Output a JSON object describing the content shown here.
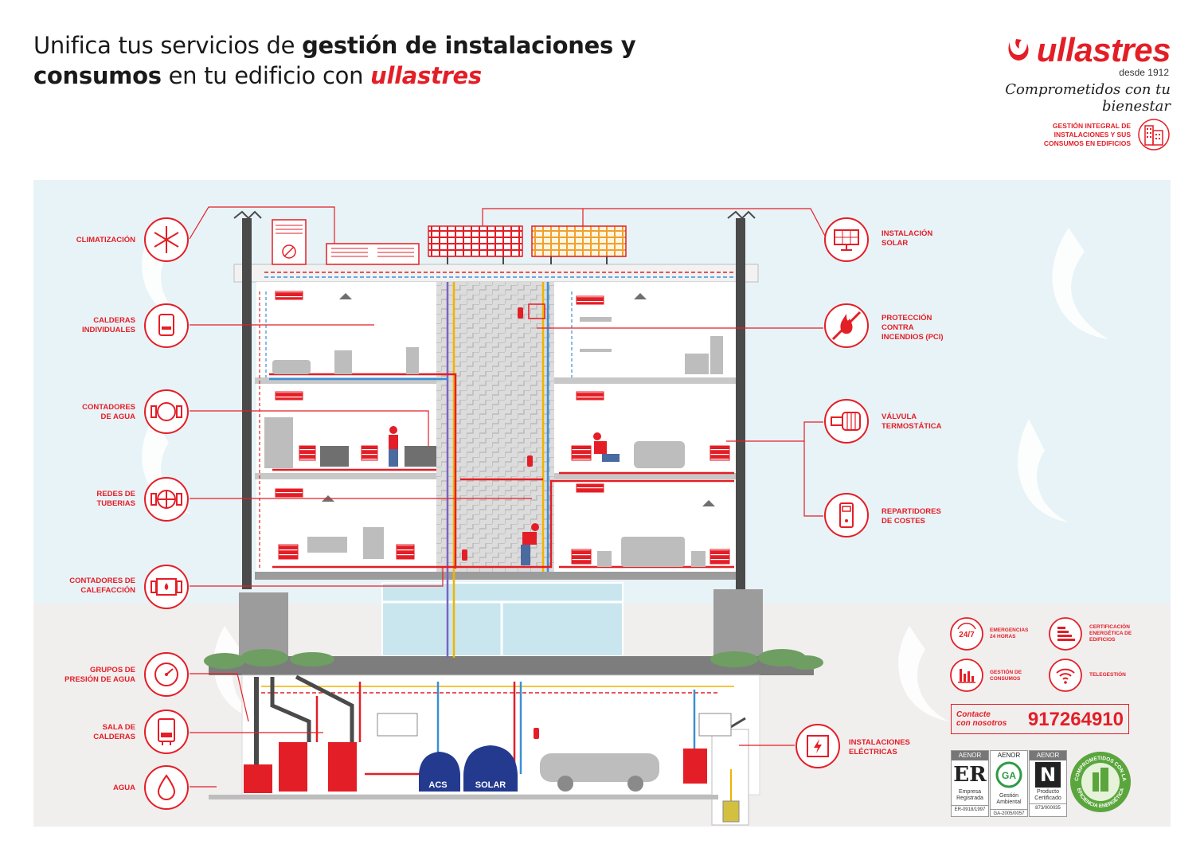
{
  "header": {
    "line1_normal": "Unifica tus servicios de ",
    "line1_bold": "gestión de instalaciones y",
    "line2_bold": "consumos",
    "line2_normal": " en tu edificio con ",
    "line2_brand": "ullastres"
  },
  "logo": {
    "name": "ullastres",
    "since": "desde 1912",
    "tagline": "Comprometidos con tu bienestar"
  },
  "management_badge": {
    "line1": "GESTIÓN INTEGRAL DE",
    "line2": "INSTALACIONES Y SUS",
    "line3": "CONSUMOS EN EDIFICIOS",
    "icon": "building-icon"
  },
  "left_labels": [
    {
      "l1": "CLIMATIZACIÓN",
      "l2": "",
      "icon": "snowflake-icon"
    },
    {
      "l1": "CALDERAS",
      "l2": "INDIVIDUALES",
      "icon": "boiler-icon"
    },
    {
      "l1": "CONTADORES",
      "l2": "DE AGUA",
      "icon": "water-meter-icon"
    },
    {
      "l1": "REDES DE",
      "l2": "TUBERIAS",
      "icon": "pipe-valve-icon"
    },
    {
      "l1": "CONTADORES DE",
      "l2": "CALEFACCIÓN",
      "icon": "heat-meter-icon"
    },
    {
      "l1": "GRUPOS DE",
      "l2": "PRESIÓN DE AGUA",
      "icon": "pressure-gauge-icon"
    },
    {
      "l1": "SALA DE",
      "l2": "CALDERAS",
      "icon": "boiler-room-icon"
    },
    {
      "l1": "AGUA",
      "l2": "",
      "icon": "water-drop-icon"
    }
  ],
  "right_labels": [
    {
      "l1": "INSTALACIÓN",
      "l2": "SOLAR",
      "l3": "",
      "icon": "solar-panel-icon"
    },
    {
      "l1": "PROTECCIÓN",
      "l2": "CONTRA",
      "l3": "INCENDIOS (PCI)",
      "icon": "no-fire-icon"
    },
    {
      "l1": "VÁLVULA",
      "l2": "TERMOSTÁTICA",
      "l3": "",
      "icon": "thermostatic-valve-icon"
    },
    {
      "l1": "REPARTIDORES",
      "l2": "DE COSTES",
      "l3": "",
      "icon": "cost-allocator-icon"
    },
    {
      "l1": "INSTALACIONES",
      "l2": "ELÉCTRICAS",
      "l3": "",
      "icon": "electric-panel-icon"
    }
  ],
  "tanks": {
    "acs": "ACS",
    "solar": "SOLAR"
  },
  "services": [
    {
      "l1": "EMERGENCIAS",
      "l2": "24 HORAS",
      "l3": "",
      "icon": "emergency-24-7-icon",
      "badge": "24/7"
    },
    {
      "l1": "CERTIFICACIÓN",
      "l2": "ENERGÉTICA DE",
      "l3": "EDIFICIOS",
      "icon": "energy-rating-icon",
      "badge": ""
    },
    {
      "l1": "GESTIÓN DE",
      "l2": "CONSUMOS",
      "l3": "",
      "icon": "bar-chart-icon",
      "badge": ""
    },
    {
      "l1": "TELEGESTIÓN",
      "l2": "",
      "l3": "",
      "icon": "wifi-icon",
      "badge": ""
    }
  ],
  "contact": {
    "label1": "Contacte",
    "label2": "con nosotros",
    "phone": "917264910"
  },
  "certs": [
    {
      "top": "AENOR",
      "mark": "ER",
      "cap1": "Empresa",
      "cap2": "Registrada",
      "code": "ER-0918/1997"
    },
    {
      "top": "AENOR",
      "mark": "GA",
      "cap1": "Gestión",
      "cap2": "Ambiental",
      "code": "GA-2005/0057"
    },
    {
      "top": "AENOR",
      "mark": "N",
      "cap1": "Producto",
      "cap2": "Certificado",
      "code": "873/000035"
    }
  ],
  "seal": {
    "text_top": "COMPROMETIDOS CON LA",
    "text_bottom": "EFICIENCIA ENERGÉTICA"
  },
  "colors": {
    "brand_red": "#e41e26",
    "sky": "#e8f3f7",
    "ground": "#f1eeee",
    "wall": "#4a4a4a",
    "concrete": "#9c9c9c",
    "blue_pipe": "#3a8fd6",
    "navy_tank": "#243a8f"
  }
}
